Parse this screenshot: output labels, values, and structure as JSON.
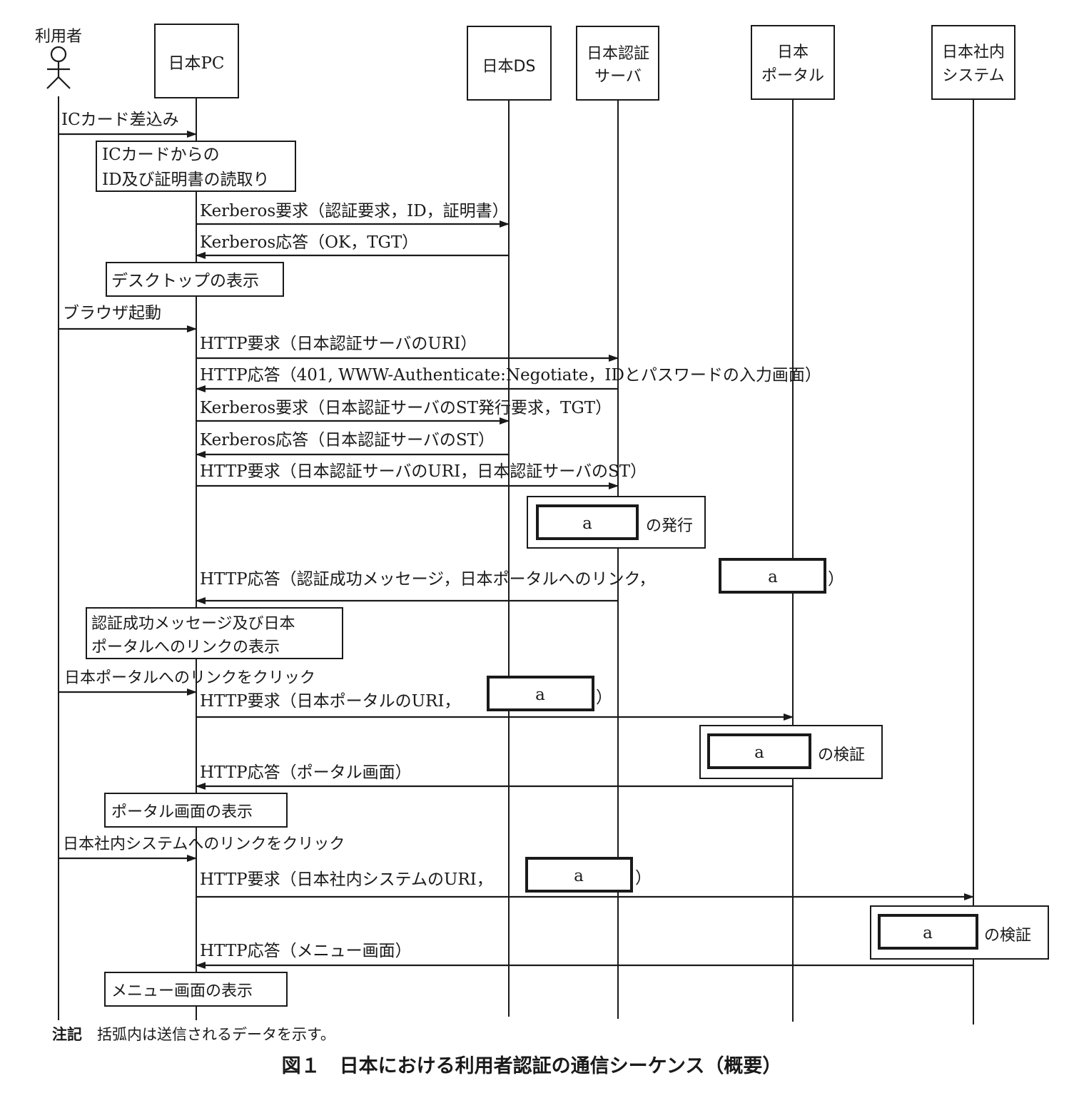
{
  "diagram": {
    "type": "sequence",
    "actor": {
      "id": "user",
      "label": "利用者"
    },
    "participants": [
      {
        "id": "pc",
        "lines": [
          "日本PC"
        ]
      },
      {
        "id": "ds",
        "lines": [
          "日本DS"
        ]
      },
      {
        "id": "auth",
        "lines": [
          "日本認証",
          "サーバ"
        ]
      },
      {
        "id": "portal",
        "lines": [
          "日本",
          "ポータル"
        ]
      },
      {
        "id": "internal",
        "lines": [
          "日本社内",
          "システム"
        ]
      }
    ],
    "messages": [
      {
        "from": "user",
        "to": "pc",
        "label": "ICカード差込み"
      },
      {
        "from": "pc",
        "to": "ds",
        "label": "Kerberos要求（認証要求，ID，証明書）"
      },
      {
        "from": "ds",
        "to": "pc",
        "label": "Kerberos応答（OK，TGT）"
      },
      {
        "from": "user",
        "to": "pc",
        "label": "ブラウザ起動"
      },
      {
        "from": "pc",
        "to": "auth",
        "label": "HTTP要求（日本認証サーバのURI）"
      },
      {
        "from": "auth",
        "to": "pc",
        "label": "HTTP応答（401, WWW-Authenticate:Negotiate，IDとパスワードの入力画面）"
      },
      {
        "from": "pc",
        "to": "ds",
        "label": "Kerberos要求（日本認証サーバのST発行要求，TGT）"
      },
      {
        "from": "ds",
        "to": "pc",
        "label": "Kerberos応答（日本認証サーバのST）"
      },
      {
        "from": "pc",
        "to": "auth",
        "label": "HTTP要求（日本認証サーバのURI，日本認証サーバのST）"
      },
      {
        "from": "auth",
        "to": "pc",
        "label": "HTTP応答（認証成功メッセージ，日本ポータルへのリンク，",
        "blank": "a",
        "suffix": "）"
      },
      {
        "from": "user",
        "to": "pc",
        "label": "日本ポータルへのリンクをクリック"
      },
      {
        "from": "pc",
        "to": "portal",
        "label": "HTTP要求（日本ポータルのURI，",
        "blank": "a",
        "suffix": "）"
      },
      {
        "from": "portal",
        "to": "pc",
        "label": "HTTP応答（ポータル画面）"
      },
      {
        "from": "user",
        "to": "pc",
        "label": "日本社内システムへのリンクをクリック"
      },
      {
        "from": "pc",
        "to": "internal",
        "label": "HTTP要求（日本社内システムのURI，",
        "blank": "a",
        "suffix": "）"
      },
      {
        "from": "internal",
        "to": "pc",
        "label": "HTTP応答（メニュー画面）"
      }
    ],
    "activities": [
      {
        "on": "pc",
        "lines": [
          "ICカードからの",
          "ID及び証明書の読取り"
        ]
      },
      {
        "on": "pc",
        "lines": [
          "デスクトップの表示"
        ]
      },
      {
        "on": "auth",
        "blank": "a",
        "suffix": "の発行"
      },
      {
        "on": "pc",
        "lines": [
          "認証成功メッセージ及び日本",
          "ポータルへのリンクの表示"
        ]
      },
      {
        "on": "portal",
        "blank": "a",
        "suffix": "の検証"
      },
      {
        "on": "pc",
        "lines": [
          "ポータル画面の表示"
        ]
      },
      {
        "on": "internal",
        "blank": "a",
        "suffix": "の検証"
      },
      {
        "on": "pc",
        "lines": [
          "メニュー画面の表示"
        ]
      }
    ],
    "note": "注記　括弧内は送信されるデータを示す。",
    "caption": "図１　日本における利用者認証の通信シーケンス（概要）"
  }
}
